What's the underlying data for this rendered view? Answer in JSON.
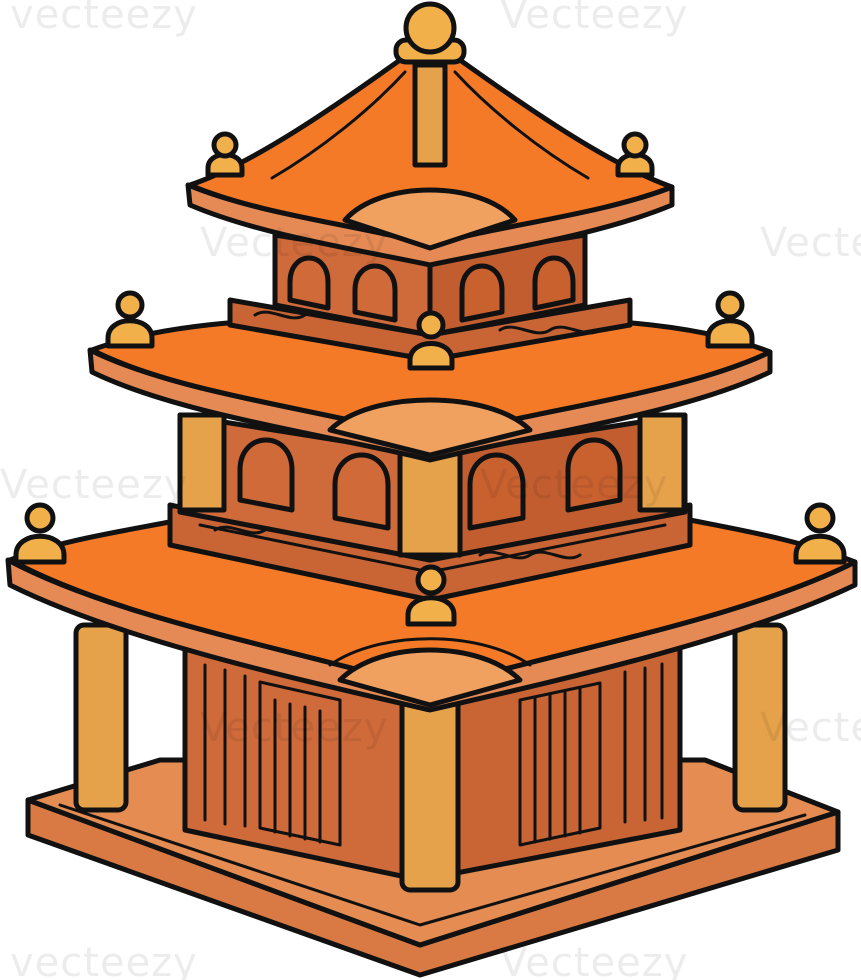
{
  "illustration": {
    "subject": "pagoda",
    "colors": {
      "roof": "#f57a28",
      "roof_underside": "#e58a55",
      "wall": "#cf6a3a",
      "pillar": "#e6a24a",
      "cap": "#f2b04a",
      "outline": "#111111",
      "base": "#d97a45"
    }
  },
  "watermark": {
    "brand": "Vecteezy",
    "tiles": [
      "vecteezy",
      "Vecteezy",
      "Vecteezy",
      "Vecteezy",
      "Vecteezy",
      "Vecteezy",
      "Vecteezy",
      "Vecteezy",
      "vecteezy",
      "Vecteezy"
    ]
  }
}
